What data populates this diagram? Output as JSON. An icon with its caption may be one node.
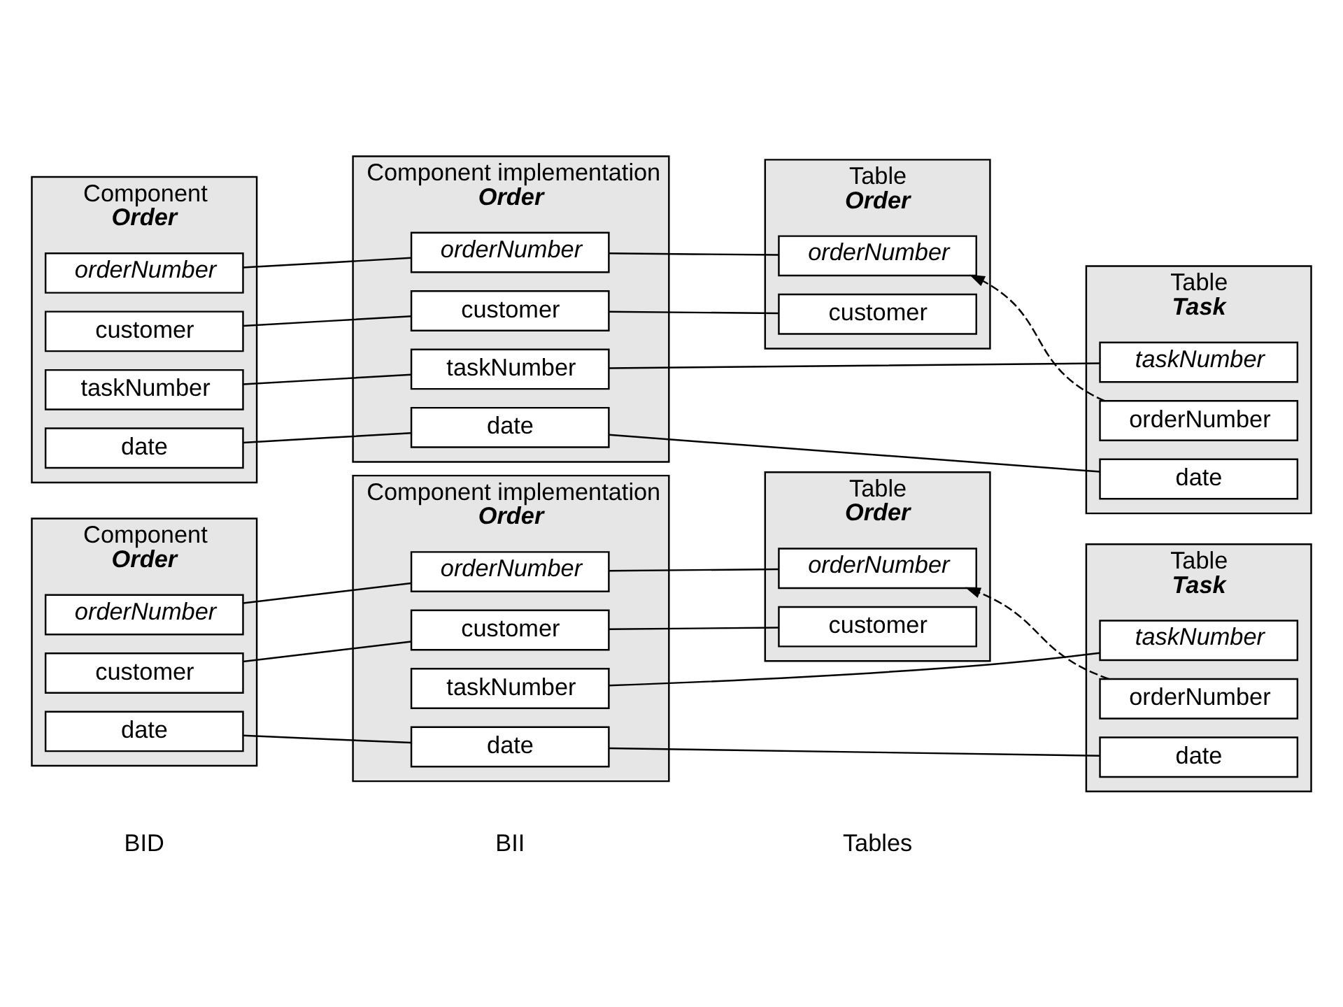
{
  "diagram": {
    "nodes": [
      {
        "text": [
          "Component",
          "Order"
        ]
      },
      {
        "text": [
          "orderNumber"
        ],
        "in": 0
      },
      {
        "text": [
          "customer"
        ],
        "in": 0
      },
      {
        "text": [
          "date"
        ],
        "in": 0
      },
      {
        "text": [
          "Component implementation",
          "Order"
        ]
      },
      {
        "text": [
          "orderNumber"
        ],
        "in": 4
      },
      {
        "text": [
          "customer"
        ],
        "in": 4
      },
      {
        "text": [
          "taskNumber"
        ],
        "in": 4
      },
      {
        "text": [
          "date"
        ],
        "in": 4
      },
      {
        "text": [
          "Table",
          "Order"
        ]
      },
      {
        "text": [
          "orderNumber"
        ],
        "in": 9
      },
      {
        "text": [
          "customer"
        ],
        "in": 9
      },
      {
        "text": [
          "Table",
          "Task"
        ]
      },
      {
        "text": [
          "taskNumber"
        ],
        "in": 12
      },
      {
        "text": [
          "orderNumber"
        ],
        "in": 12
      },
      {
        "text": [
          "date"
        ],
        "in": 12
      },
      {
        "text": [
          "Component",
          "Order"
        ]
      },
      {
        "text": [
          "orderNumber"
        ],
        "in": 16
      },
      {
        "text": [
          "customer"
        ],
        "in": 16
      },
      {
        "text": [
          "taskNumber"
        ],
        "in": 16
      },
      {
        "text": [
          "date"
        ],
        "in": 16
      },
      {
        "text": [
          "Component implementation",
          "Order"
        ]
      },
      {
        "text": [
          "orderNumber"
        ],
        "in": 21
      },
      {
        "text": [
          "customer"
        ],
        "in": 21
      },
      {
        "text": [
          "taskNumber"
        ],
        "in": 21
      },
      {
        "text": [
          "date"
        ],
        "in": 21
      },
      {
        "text": [
          "Table",
          "Order"
        ]
      },
      {
        "text": [
          "orderNumber"
        ],
        "in": 26
      },
      {
        "text": [
          "customer"
        ],
        "in": 26
      },
      {
        "text": [
          "Table",
          "Task"
        ]
      },
      {
        "text": [
          "taskNumber"
        ],
        "in": 29
      },
      {
        "text": [
          "orderNumber"
        ],
        "in": 29
      },
      {
        "text": [
          "date"
        ],
        "in": 29
      }
    ],
    "edges": [
      {
        "from": 1,
        "to": 5,
        "arrow": "none"
      },
      {
        "from": 5,
        "to": 10,
        "arrow": "none"
      },
      {
        "from": 2,
        "to": 6,
        "arrow": "none"
      },
      {
        "from": 6,
        "to": 11,
        "arrow": "none"
      },
      {
        "from": 7,
        "to": 13,
        "arrow": "none"
      },
      {
        "from": 3,
        "to": 8,
        "arrow": "none"
      },
      {
        "from": 8,
        "to": 15,
        "arrow": "none"
      },
      {
        "from": 14,
        "to": 10,
        "arrow": "to",
        "style": "dashed"
      },
      {
        "from": 17,
        "to": 22,
        "arrow": "none"
      },
      {
        "from": 22,
        "to": 27,
        "arrow": "none"
      },
      {
        "from": 18,
        "to": 23,
        "arrow": "none"
      },
      {
        "from": 23,
        "to": 28,
        "arrow": "none"
      },
      {
        "from": 19,
        "to": 24,
        "arrow": "none"
      },
      {
        "from": 24,
        "to": 30,
        "arrow": "none"
      },
      {
        "from": 20,
        "to": 25,
        "arrow": "none"
      },
      {
        "from": 25,
        "to": 32,
        "arrow": "none"
      },
      {
        "from": 31,
        "to": 27,
        "arrow": "to",
        "style": "dashed"
      }
    ],
    "labels": [
      "BID",
      "BII",
      "Tables"
    ]
  }
}
